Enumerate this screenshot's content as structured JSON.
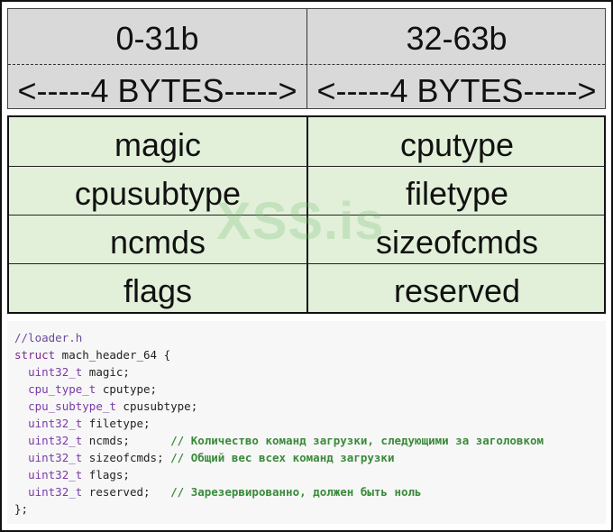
{
  "header": {
    "col1_bits": "0-31b",
    "col2_bits": "32-63b",
    "col1_bytes": "<-----4 BYTES----->",
    "col2_bytes": "<-----4 BYTES----->"
  },
  "fields": [
    {
      "left": "magic",
      "right": "cputype"
    },
    {
      "left": "cpusubtype",
      "right": "filetype"
    },
    {
      "left": "ncmds",
      "right": "sizeofcmds"
    },
    {
      "left": "flags",
      "right": "reserved"
    }
  ],
  "watermark": "XSS.is",
  "code": {
    "comment": "//loader.h",
    "struct_kw": "struct",
    "struct_name": " mach_header_64 {",
    "lines": [
      {
        "type": "uint32_t",
        "rest": " magic;",
        "comment": ""
      },
      {
        "type": "cpu_type_t",
        "rest": " cputype;",
        "comment": ""
      },
      {
        "type": "cpu_subtype_t",
        "rest": " cpusubtype;",
        "comment": ""
      },
      {
        "type": "uint32_t",
        "rest": " filetype;",
        "comment": ""
      },
      {
        "type": "uint32_t",
        "rest": " ncmds;      ",
        "comment": "// Количество команд загрузки, следующими за заголовком"
      },
      {
        "type": "uint32_t",
        "rest": " sizeofcmds; ",
        "comment": "// Общий вес всех команд загрузки"
      },
      {
        "type": "uint32_t",
        "rest": " flags;",
        "comment": ""
      },
      {
        "type": "uint32_t",
        "rest": " reserved;   ",
        "comment": "// Зарезервированно, должен быть ноль"
      }
    ],
    "closing": "};"
  }
}
